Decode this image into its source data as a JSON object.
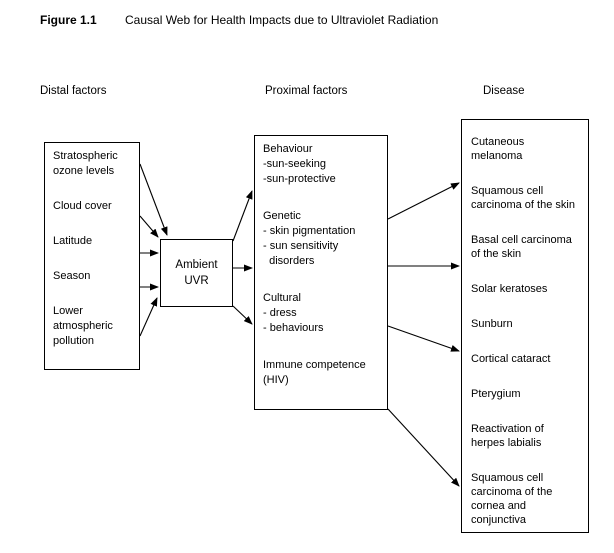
{
  "figure": {
    "number": "Figure 1.1",
    "caption": "Causal Web for Health Impacts due to Ultraviolet Radiation"
  },
  "headers": {
    "distal": "Distal factors",
    "proximal": "Proximal factors",
    "disease": "Disease"
  },
  "distal_box": {
    "items": [
      "Stratospheric\nozone levels",
      "Cloud cover",
      "Latitude",
      "Season",
      "Lower\natmospheric\npollution"
    ]
  },
  "ambient_box": {
    "label": "Ambient\nUVR"
  },
  "proximal_box": {
    "groups": [
      "Behaviour\n-sun-seeking\n-sun-protective",
      "Genetic\n- skin pigmentation\n- sun sensitivity\n  disorders",
      "Cultural\n- dress\n- behaviours",
      "Immune competence\n(HIV)"
    ]
  },
  "disease_box": {
    "items": [
      "Cutaneous\nmelanoma",
      "Squamous cell\ncarcinoma of the skin",
      "Basal cell carcinoma\nof the skin",
      "Solar keratoses",
      "Sunburn",
      "Cortical cataract",
      "Pterygium",
      "Reactivation of\nherpes labialis",
      "Squamous cell\ncarcinoma of the\ncornea and\nconjunctiva"
    ]
  },
  "colors": {
    "ink": "#000000",
    "background": "#ffffff"
  }
}
